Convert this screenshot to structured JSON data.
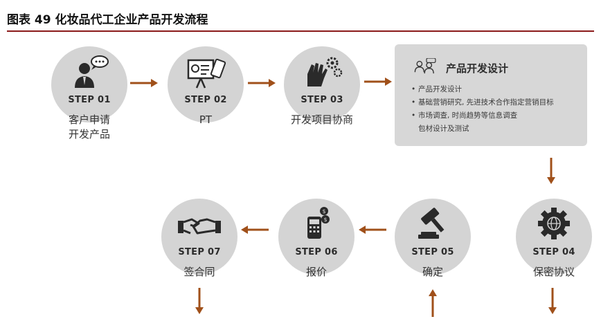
{
  "title": "图表 49  化妆品代工企业产品开发流程",
  "colors": {
    "arrow": "#a0501a",
    "circle": "#d4d4d4",
    "box": "#d7d7d7",
    "rule": "#8b1a1a"
  },
  "steps": [
    {
      "num": "STEP 01",
      "label": "客户申请\n开发产品",
      "icon": "person-speech-icon"
    },
    {
      "num": "STEP 02",
      "label": "PT",
      "icon": "presentation-icon"
    },
    {
      "num": "STEP 03",
      "label": "开发项目协商",
      "icon": "hand-gears-icon"
    },
    {
      "num": "STEP 04",
      "label": "保密协议",
      "icon": "gear-globe-icon"
    },
    {
      "num": "STEP 05",
      "label": "确定",
      "icon": "gavel-icon"
    },
    {
      "num": "STEP 06",
      "label": "报价",
      "icon": "calculator-coins-icon"
    },
    {
      "num": "STEP 07",
      "label": "签合同",
      "icon": "handshake-icon"
    }
  ],
  "design_box": {
    "title": "产品开发设计",
    "items": [
      "产品开发设计",
      "基础营销研究, 先进技术合作指定营销目标",
      "市场调查, 时尚趋势等信息调查",
      "包材设计及测试"
    ]
  }
}
